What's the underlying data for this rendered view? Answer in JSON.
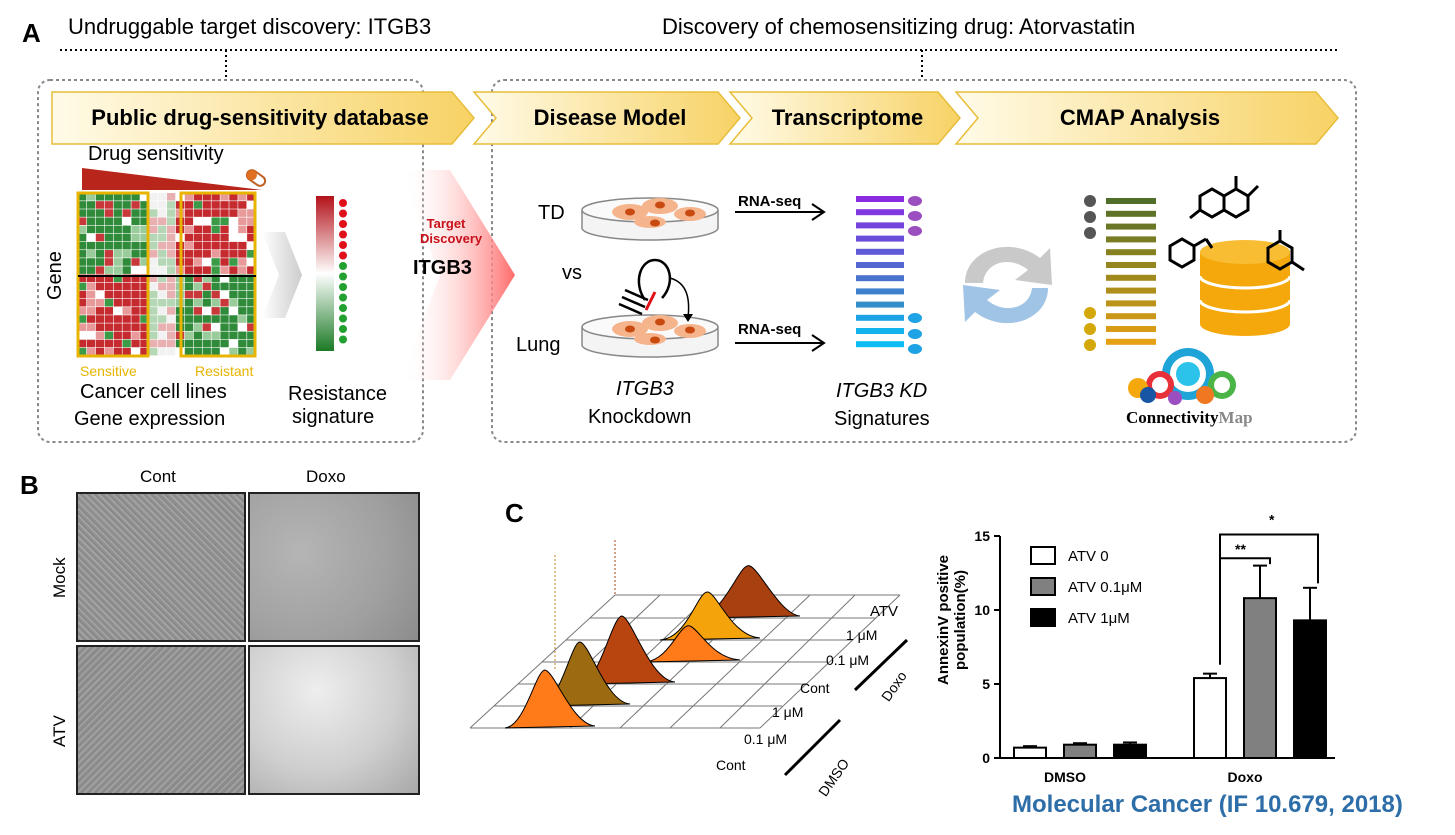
{
  "panel_a": {
    "letter": "A",
    "header_left": "Undruggable target discovery: ITGB3",
    "header_right": "Discovery of chemosensitizing drug: Atorvastatin",
    "step1": "Public drug-sensitivity database",
    "step2": "Disease Model",
    "step3": "Transcriptome",
    "step4": "CMAP Analysis",
    "drug_sensitivity": "Drug sensitivity",
    "gene": "Gene",
    "sensitive": "Sensitive",
    "resistant": "Resistant",
    "cell_lines_1": "Cancer cell lines",
    "cell_lines_2": "Gene expression",
    "resistance_1": "Resistance",
    "resistance_2": "signature",
    "target_1": "Target",
    "target_2": "Discovery",
    "target_gene": "ITGB3",
    "td": "TD",
    "vs": "vs",
    "lung": "Lung",
    "rnaseq_1": "RNA-seq",
    "rnaseq_2": "RNA-seq",
    "knockdown_1": "ITGB3",
    "knockdown_2": "Knockdown",
    "signature_1": "ITGB3 KD",
    "signature_2": "Signatures",
    "cmap_logo_a": "Connectivity",
    "cmap_logo_b": "Map"
  },
  "panel_b": {
    "letter": "B",
    "col1": "Cont",
    "col2": "Doxo",
    "row1": "Mock",
    "row2": "ATV"
  },
  "panel_c": {
    "letter": "C",
    "atv": "ATV",
    "doxo_labels": [
      "1 μM",
      "0.1 μM",
      "Cont"
    ],
    "doxo": "Doxo",
    "dmso_labels": [
      "1 μM",
      "0.1 μM",
      "Cont"
    ],
    "dmso": "DMSO"
  },
  "chart_data": {
    "type": "bar",
    "ylabel": "AnnexinV positive population(%)",
    "ylim": [
      0,
      15
    ],
    "yticks": [
      "0",
      "5",
      "10",
      "15"
    ],
    "categories": [
      "DMSO",
      "Doxo"
    ],
    "series": [
      {
        "name": "ATV 0",
        "values": [
          0.7,
          5.4
        ],
        "errors": [
          0.1,
          0.3
        ],
        "color": "#ffffff"
      },
      {
        "name": "ATV 0.1μM",
        "values": [
          0.9,
          10.8
        ],
        "errors": [
          0.1,
          2.2
        ],
        "color": "#808080"
      },
      {
        "name": "ATV 1μM",
        "values": [
          0.9,
          9.3
        ],
        "errors": [
          0.15,
          2.2
        ],
        "color": "#000000"
      }
    ],
    "significance": [
      "**",
      "*"
    ]
  },
  "footer": "Molecular Cancer (IF 10.679, 2018)"
}
